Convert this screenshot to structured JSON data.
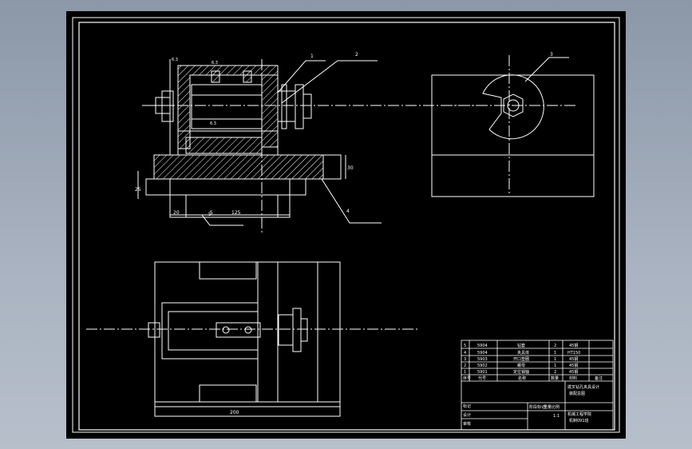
{
  "callouts": [
    "1",
    "2",
    "3",
    "4",
    "5"
  ],
  "dimensions": {
    "d30_right": "30",
    "d20": "20",
    "d5": "5",
    "d125": "125",
    "d200": "200",
    "d25_left": "25"
  },
  "roughness": [
    "6.3",
    "6.3",
    "6.3"
  ],
  "bom": {
    "rows": [
      {
        "no": "5",
        "code": "5904",
        "name": "钻套",
        "qty": "2",
        "material": "45钢"
      },
      {
        "no": "4",
        "code": "5904",
        "name": "夹具体",
        "qty": "1",
        "material": "HT150"
      },
      {
        "no": "3",
        "code": "5903",
        "name": "开口垫圈",
        "qty": "1",
        "material": "45钢"
      },
      {
        "no": "2",
        "code": "5902",
        "name": "螺母",
        "qty": "1",
        "material": "45钢"
      },
      {
        "no": "1",
        "code": "5901",
        "name": "定位销轴",
        "qty": "2",
        "material": "45钢"
      }
    ],
    "header": {
      "no": "序号",
      "code": "代号",
      "name": "名称",
      "qty": "数量",
      "material": "材料",
      "note": "备注"
    }
  },
  "title_block": {
    "drawing_title": "拨叉钻孔夹具设计",
    "drawing_subtitle": "装配总图",
    "left_labels": [
      "标记",
      "设计",
      "审核"
    ],
    "mid_labels": [
      "阶段标记",
      "重量",
      "比例"
    ],
    "scale": "1:1",
    "school": "机械工程学院",
    "class": "机制091班"
  }
}
